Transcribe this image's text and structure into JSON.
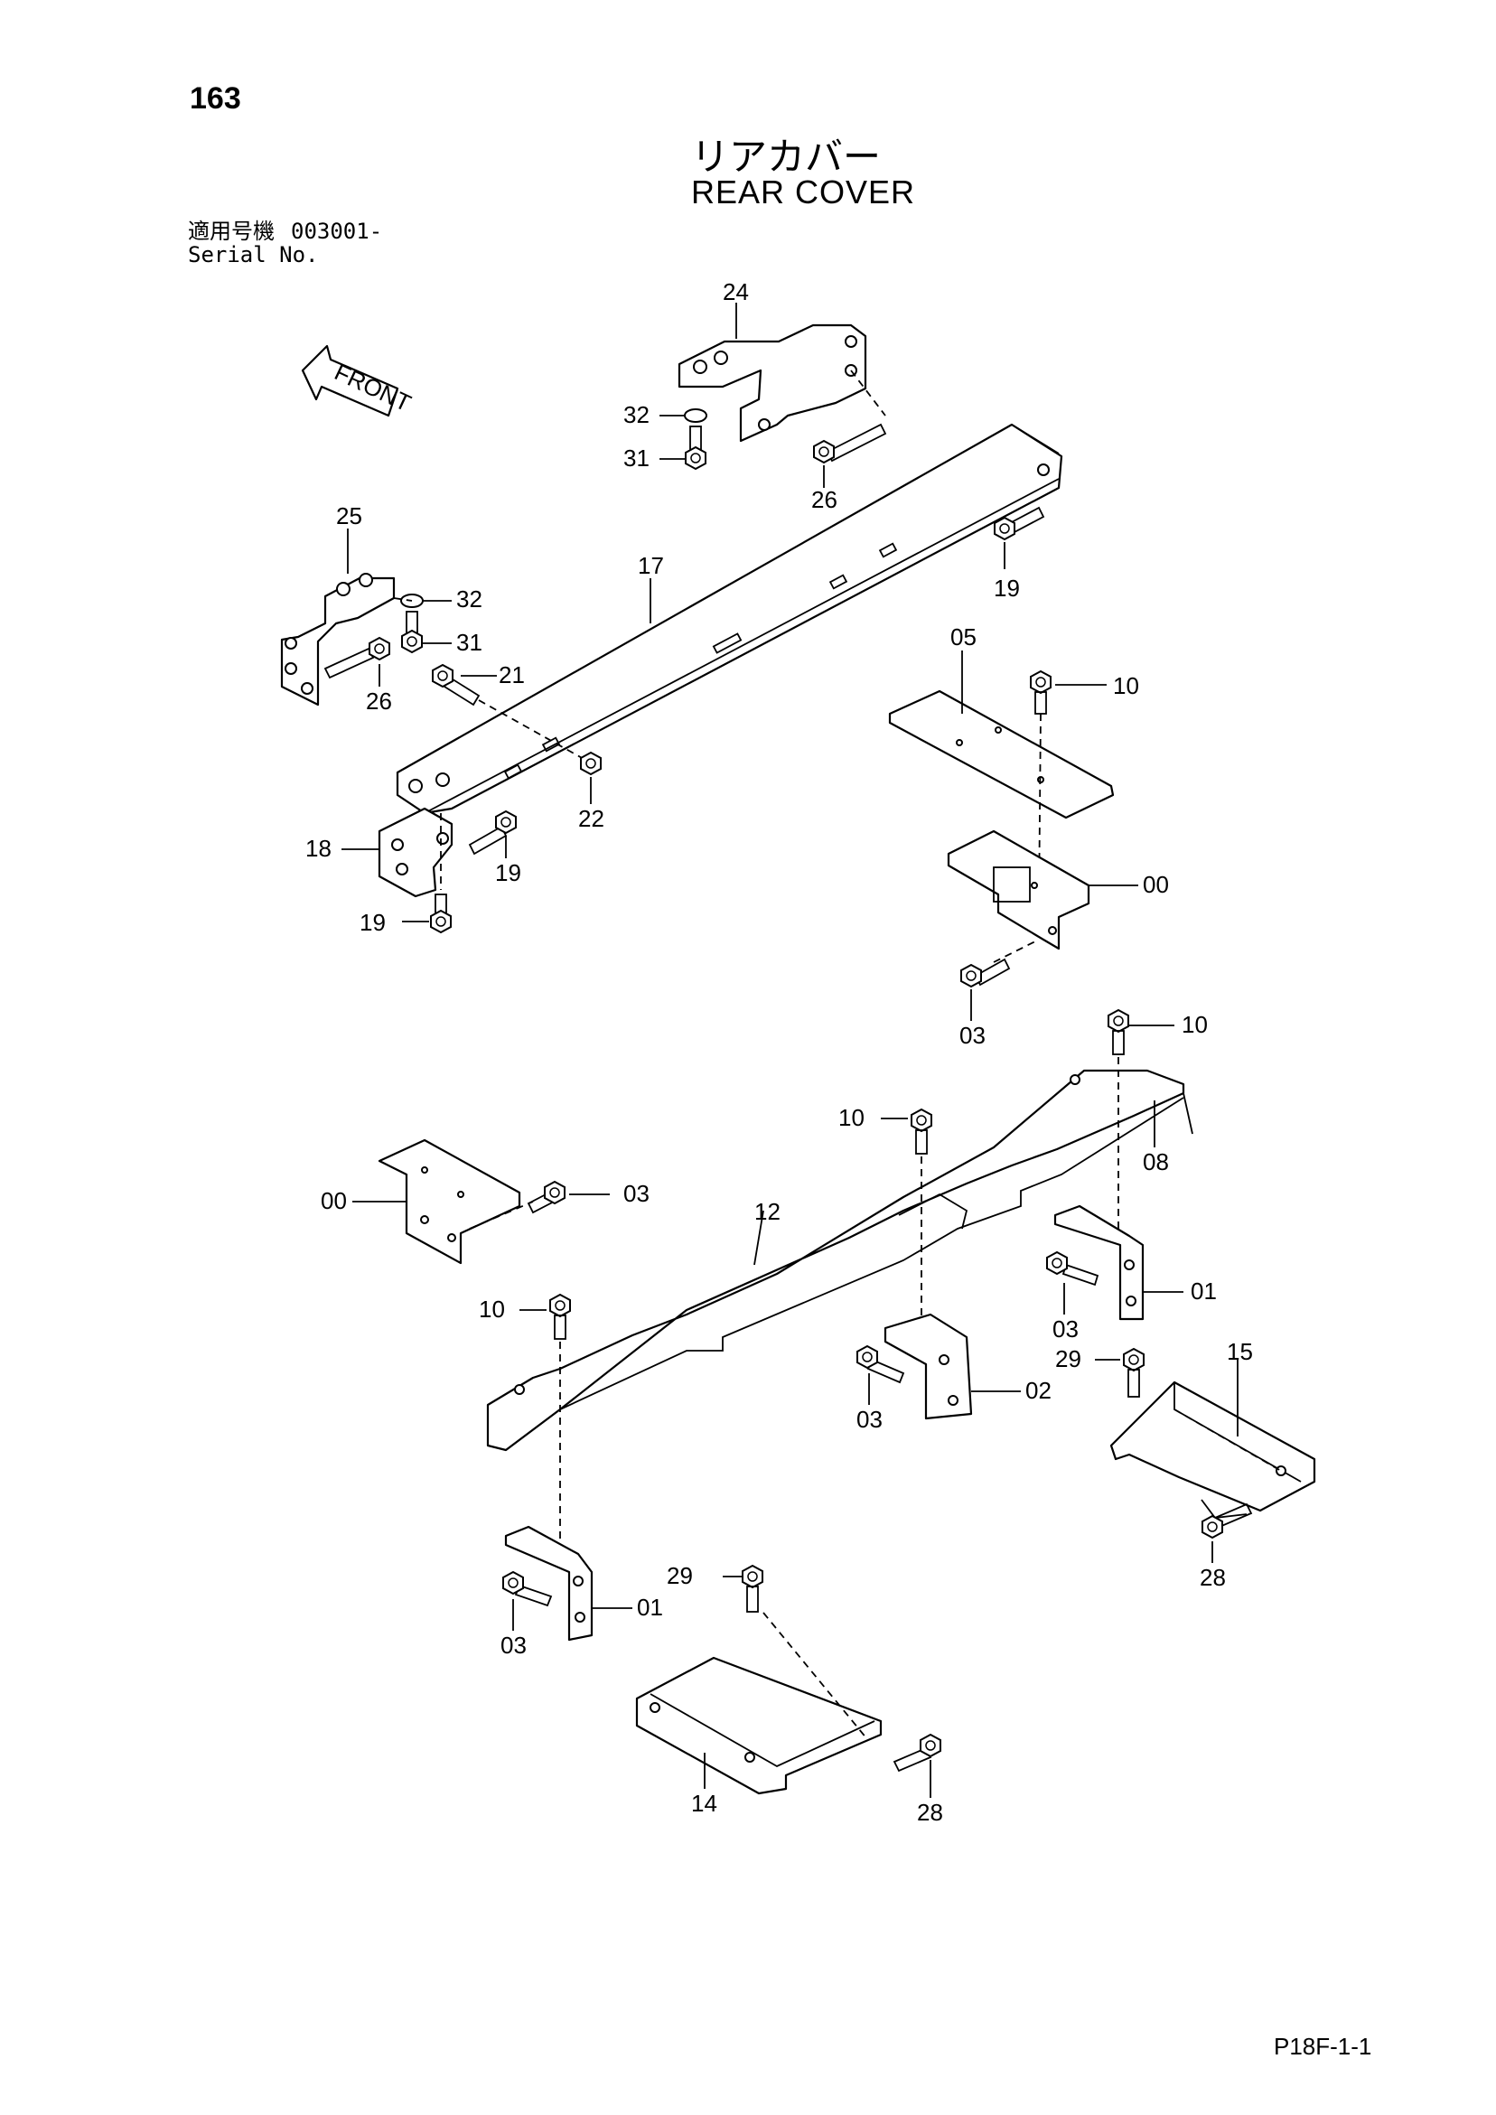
{
  "page_number": "163",
  "title_jp": "リアカバー",
  "title_en": "REAR COVER",
  "serial": {
    "label_jp": "適用号機",
    "range": "003001-",
    "label_en": "Serial No."
  },
  "front_label": "FRONT",
  "footer_code": "P18F-1-1",
  "callouts": {
    "c24": "24",
    "c32a": "32",
    "c31a": "31",
    "c26a": "26",
    "c19a": "19",
    "c25": "25",
    "c32b": "32",
    "c31b": "31",
    "c17": "17",
    "c21": "21",
    "c26b": "26",
    "c05": "05",
    "c10a": "10",
    "c22": "22",
    "c18": "18",
    "c19b": "19",
    "c19c": "19",
    "c00a": "00",
    "c03a": "03",
    "c10b": "10",
    "c10c": "10",
    "c08": "08",
    "c00b": "00",
    "c03b": "03",
    "c12": "12",
    "c03c": "03",
    "c01a": "01",
    "c10d": "10",
    "c29a": "29",
    "c15": "15",
    "c03d": "03",
    "c02": "02",
    "c28a": "28",
    "c03e": "03",
    "c01b": "01",
    "c29b": "29",
    "c14": "14",
    "c28b": "28"
  }
}
